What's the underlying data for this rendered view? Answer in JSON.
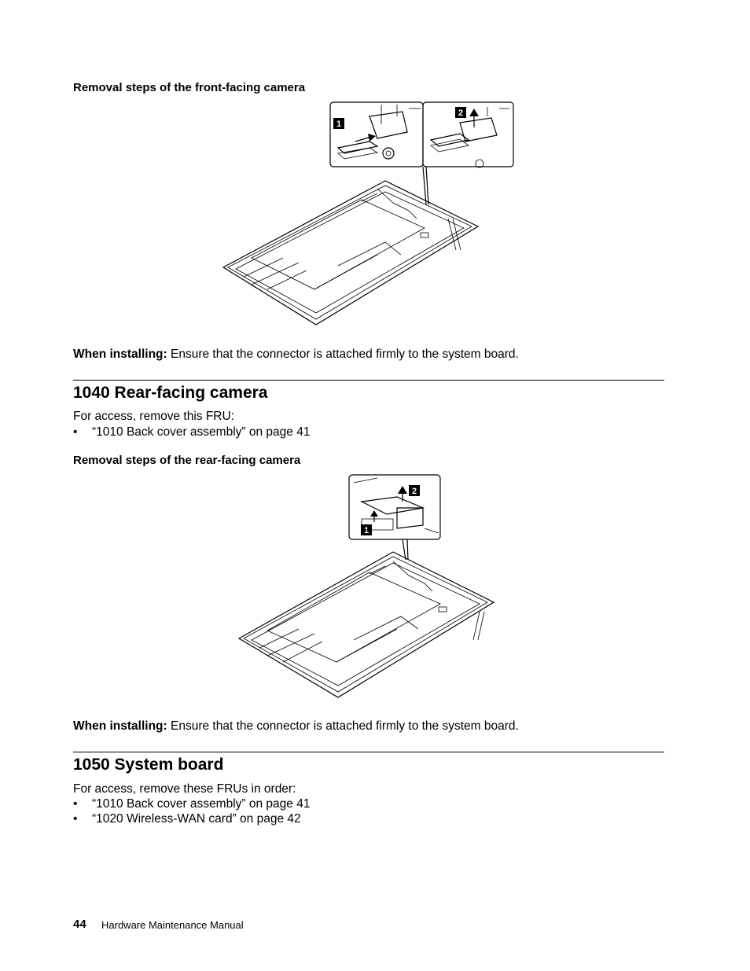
{
  "section_front": {
    "subheading": "Removal steps of the front-facing camera",
    "callouts": [
      "1",
      "2"
    ],
    "install_label": "When installing:",
    "install_text": " Ensure that the connector is attached firmly to the system board."
  },
  "section_1040": {
    "title": "1040 Rear-facing camera",
    "access_intro": "For access, remove this FRU:",
    "access_items": [
      "“1010 Back cover assembly” on page 41"
    ],
    "subheading": "Removal steps of the rear-facing camera",
    "callouts": [
      "1",
      "2"
    ],
    "install_label": "When installing:",
    "install_text": " Ensure that the connector is attached firmly to the system board."
  },
  "section_1050": {
    "title": "1050 System board",
    "access_intro": "For access, remove these FRUs in order:",
    "access_items": [
      "“1010 Back cover assembly” on page 41",
      "“1020 Wireless-WAN card” on page 42"
    ]
  },
  "bullet_char": "•",
  "footer": {
    "page_number": "44",
    "manual_title": "Hardware Maintenance Manual"
  }
}
